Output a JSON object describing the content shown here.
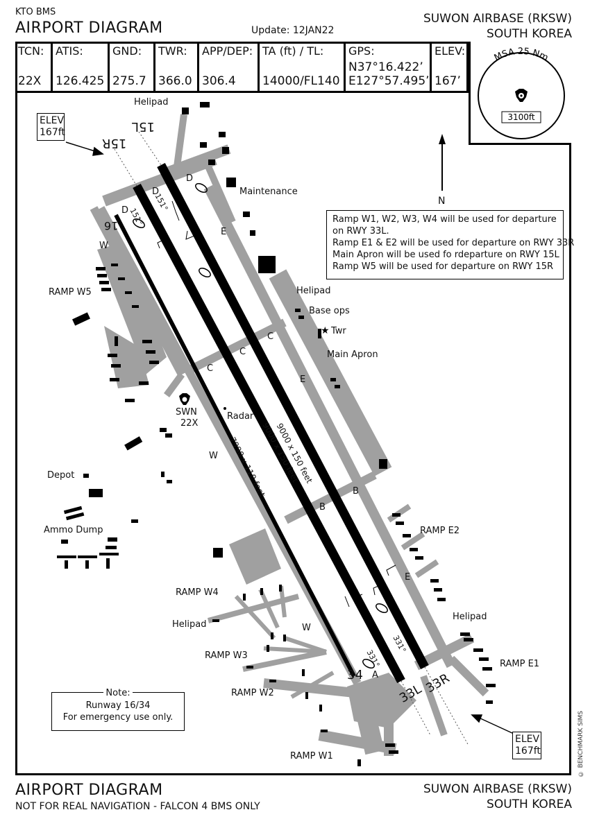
{
  "header": {
    "org": "KTO BMS",
    "title": "AIRPORT DIAGRAM",
    "update": "Update: 12JAN22",
    "airbase": "SUWON AIRBASE (RKSW)",
    "country": "SOUTH KOREA"
  },
  "info": [
    {
      "label": "TCN:",
      "value": "22X"
    },
    {
      "label": "ATIS:",
      "value": "126.425"
    },
    {
      "label": "GND:",
      "value": "275.7"
    },
    {
      "label": "TWR:",
      "value": "366.0"
    },
    {
      "label": "APP/DEP:",
      "value": "306.4"
    },
    {
      "label": "TA (ft) / TL:",
      "value": "14000/FL140"
    },
    {
      "label": "GPS:",
      "value": "N37°16.422’",
      "value2": "E127°57.495’"
    },
    {
      "label": "ELEV:",
      "value": "167’"
    }
  ],
  "msa": {
    "label": "MSA 25 Nm",
    "altitude": "3100ft"
  },
  "north": "N",
  "notes": [
    "Ramp W1, W2, W3, W4 will be used for departure",
    "on RWY 33L.",
    "Ramp E1 & E2 will be used for departure on RWY 33R",
    "Main Apron will be used fo rdeparture on RWY 15L",
    "Ramp W5 will be used for departure on RWY 15R"
  ],
  "elev_labels": {
    "line1": "ELEV",
    "line2": "167ft"
  },
  "runways": {
    "r15l": "15L",
    "r15r": "15R",
    "r16": "16",
    "r34": "34",
    "r33l": "33L",
    "r33r": "33R",
    "dim_33r": "9000 x 150 feet",
    "dim_33l": "9000 x 150 feet",
    "dim_34": "7990 x 110 feet",
    "hdg_151a": "151°",
    "hdg_151b": "151°",
    "hdg_331a": "331°",
    "hdg_331b": "331°"
  },
  "places": {
    "helipad_n": "Helipad",
    "maintenance": "Maintenance",
    "ramp_w5": "RAMP W5",
    "helipad_e": "Helipad",
    "base_ops": "Base ops",
    "twr": "Twr",
    "main_apron": "Main Apron",
    "swn": "SWN",
    "swn_ch": "22X",
    "radar": "Radar",
    "depot": "Depot",
    "ammo_dump": "Ammo Dump",
    "ramp_e2": "RAMP E2",
    "helipad_se": "Helipad",
    "ramp_e1": "RAMP E1",
    "ramp_w4": "RAMP W4",
    "helipad_w": "Helipad",
    "ramp_w3": "RAMP W3",
    "ramp_w2": "RAMP W2",
    "ramp_w1": "RAMP W1"
  },
  "taxiways": {
    "d1": "D",
    "d2": "D",
    "d3": "D",
    "w1": "W",
    "w2": "W",
    "w3": "W",
    "e1": "E",
    "e2": "E",
    "e3": "E",
    "c1": "C",
    "c2": "C",
    "c3": "C",
    "b1": "B",
    "b2": "B",
    "a": "A"
  },
  "emergency_note": {
    "title": "Note:",
    "line1": "Runway 16/34",
    "line2": "For emergency use only."
  },
  "footer": {
    "title": "AIRPORT DIAGRAM",
    "subtitle": "NOT FOR REAL NAVIGATION - FALCON 4 BMS ONLY",
    "airbase": "SUWON AIRBASE (RKSW)",
    "country": "SOUTH KOREA",
    "copyright": "© BENCHMARK SIMS"
  },
  "colors": {
    "taxiway": "#a0a0a0",
    "runway": "#000000",
    "paper": "#ffffff"
  }
}
